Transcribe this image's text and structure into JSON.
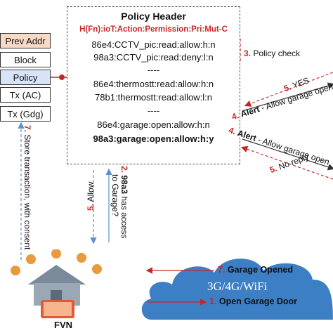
{
  "blocks": {
    "prev_addr": "Prev Addr",
    "block": "Block",
    "policy": "Policy",
    "tx_ac": "Tx (AC)",
    "tx_gdg": "Tx (Gdg)"
  },
  "policy_box": {
    "header": "Policy Header",
    "format": "H(Fn):ioT:Action:Permission:Pri:Mut-C",
    "lines": [
      "86e4:CCTV_pic:read:allow:h:n",
      "98a3:CCTV_pic:read:deny:l:n",
      "----",
      "86e4:thermostt:read:allow:h:n",
      "78b1:thermostt:read:allow:l:n",
      "----",
      "86e4:garage:open:allow:h:n",
      "98a3:garage:open:allow:h:y"
    ]
  },
  "steps": {
    "s3_num": "3.",
    "s3_text": "Policy check",
    "s5yes_num": "5.",
    "s5yes_text": "YES",
    "s4a_num": "4.",
    "s4a_bold": "Alert",
    "s4a_text": " - Allow garage open",
    "s4b_num": "4.",
    "s4b_bold": "Alert",
    "s4b_text": " - Allow garage open",
    "s5no_num": "5.",
    "s5no_text": "No reply",
    "s7store_num": "7.",
    "s7store_text": " Store transaction, with consent",
    "s2_num": "2.",
    "s2_bold": "98a3",
    "s2_text": " has access",
    "s2_text2": "to Garage?",
    "s5allow_num": "5.",
    "s5allow_text": " Allow",
    "s7open_num": "7.",
    "s7open_text": " Garage Opened",
    "network": "3G/4G/WiFi",
    "s1_num": "1.",
    "s1_text": " Open Garage Door"
  },
  "fvn_label": "FVN",
  "colors": {
    "accent_red": "#c62828",
    "cloud": "#3d7fc4",
    "arrow_blue": "#5b8fd0",
    "block_fill": "#f8d9c4",
    "policy_fill": "#d7e3f6"
  }
}
